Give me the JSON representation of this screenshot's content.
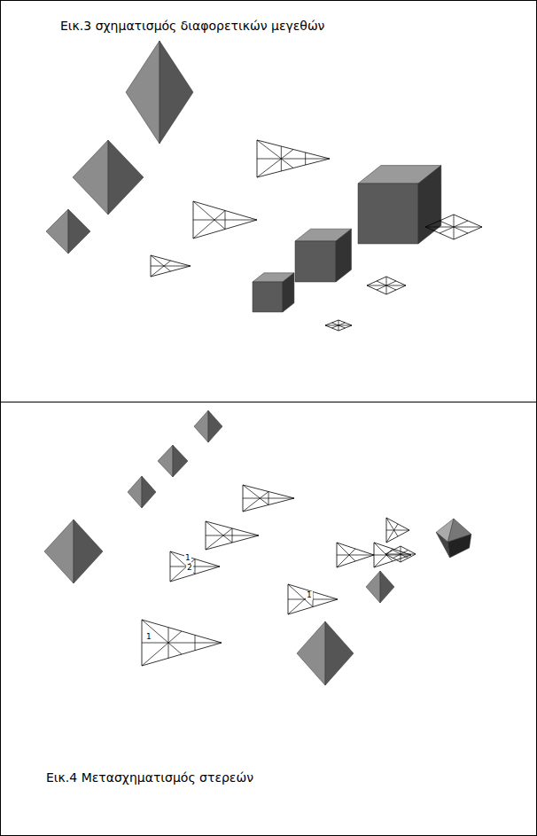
{
  "diagram": {
    "labels": [
      "Εικ.3 σχηματισμός διαφορετικών μεγεθών",
      "Εικ.4 Μετασχηματισμός στερεών",
      "1",
      "2",
      "1",
      "1"
    ]
  }
}
